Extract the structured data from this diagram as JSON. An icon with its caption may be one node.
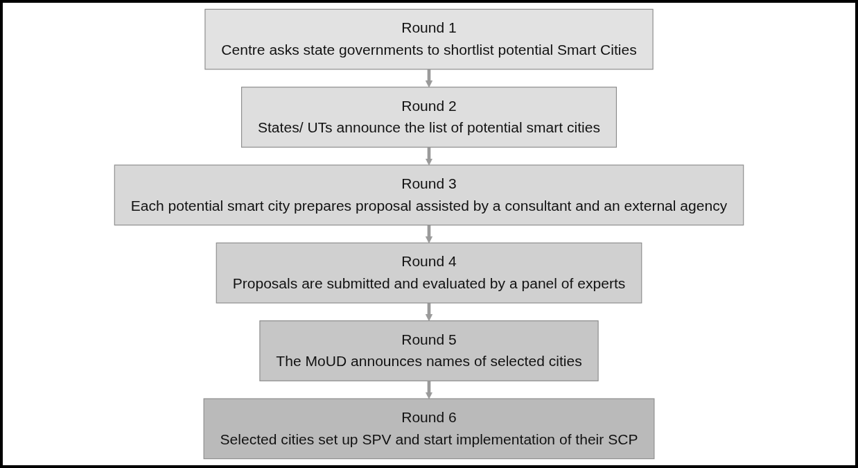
{
  "diagram": {
    "nodes": [
      {
        "text": [
          "Round 1",
          "Centre asks state governments to shortlist potential Smart Cities"
        ]
      },
      {
        "text": [
          "Round 2",
          "States/ UTs announce the list of potential smart cities"
        ]
      },
      {
        "text": [
          "Round 3",
          "Each potential smart city prepares proposal assisted by a consultant and an external agency"
        ]
      },
      {
        "text": [
          "Round 4",
          "Proposals are submitted and evaluated by a panel of experts"
        ]
      },
      {
        "text": [
          "Round 5",
          "The MoUD announces names of selected cities"
        ]
      },
      {
        "text": [
          "Round 6",
          "Selected cities set up SPV and start implementation of their SCP"
        ]
      }
    ],
    "edges": [
      {
        "from": 0,
        "to": 1,
        "arrow": "to"
      },
      {
        "from": 1,
        "to": 2,
        "arrow": "to"
      },
      {
        "from": 2,
        "to": 3,
        "arrow": "to"
      },
      {
        "from": 3,
        "to": 4,
        "arrow": "to"
      },
      {
        "from": 4,
        "to": 5,
        "arrow": "to"
      }
    ]
  }
}
